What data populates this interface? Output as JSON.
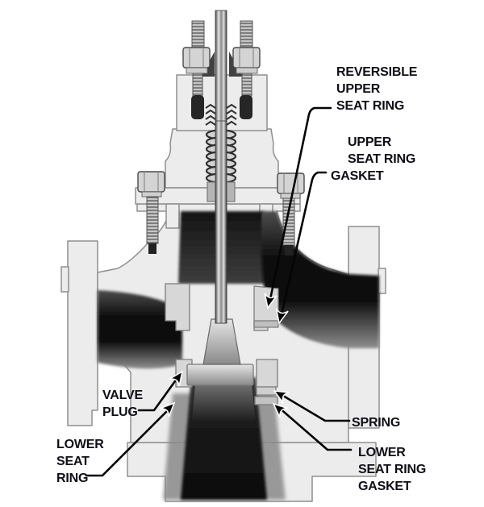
{
  "figure": {
    "background_color": "#ffffff",
    "label_color": "#0e0e16",
    "line_color": "#050505",
    "labels": {
      "reversible_upper_seat_ring": {
        "l1": "REVERSIBLE",
        "l2": "UPPER",
        "l3": "SEAT RING"
      },
      "upper_seat_ring_gasket": {
        "l1": "UPPER",
        "l2": "SEAT RING",
        "l3": "GASKET"
      },
      "valve_plug": {
        "l1": "VALVE",
        "l2": "PLUG"
      },
      "lower_seat_ring": {
        "l1": "LOWER",
        "l2": "SEAT",
        "l3": "RING"
      },
      "spring": {
        "l1": "SPRING"
      },
      "lower_seat_ring_gasket": {
        "l1": "LOWER",
        "l2": "SEAT RING",
        "l3": "GASKET"
      }
    }
  }
}
